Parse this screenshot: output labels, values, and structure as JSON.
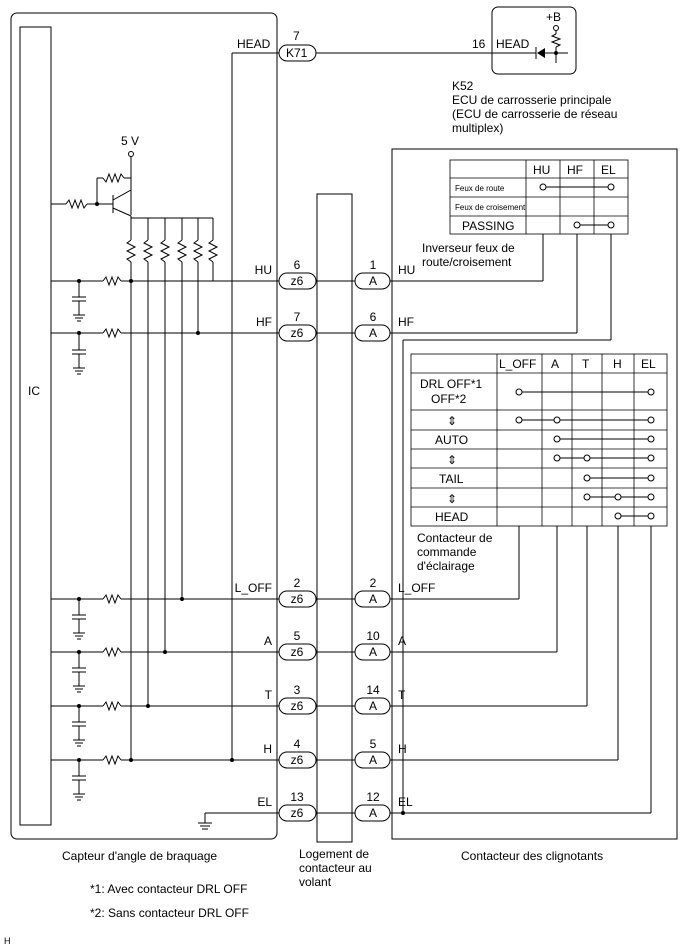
{
  "ecu": {
    "connector": "K71",
    "pin": "7",
    "pin_label": "HEAD",
    "remote_pin": "16",
    "remote_label": "HEAD",
    "power": "+B",
    "code": "K52",
    "name_line1": "ECU de carrosserie principale",
    "name_line2": "(ECU de carrosserie de réseau",
    "name_line3": "multiplex)"
  },
  "sensor": {
    "ic_label": "IC",
    "voltage": "5 V",
    "caption": "Capteur d'angle de braquage"
  },
  "housing": {
    "caption_line1": "Logement de",
    "caption_line2": "contacteur au",
    "caption_line3": "volant"
  },
  "combo": {
    "caption": "Contacteur des clignotants"
  },
  "signals": [
    {
      "left_label": "HU",
      "z6_pin": "6",
      "z6": "z6",
      "a_pin": "1",
      "a": "A",
      "right_label": "HU"
    },
    {
      "left_label": "HF",
      "z6_pin": "7",
      "z6": "z6",
      "a_pin": "6",
      "a": "A",
      "right_label": "HF"
    },
    {
      "left_label": "L_OFF",
      "z6_pin": "2",
      "z6": "z6",
      "a_pin": "2",
      "a": "A",
      "right_label": "L_OFF"
    },
    {
      "left_label": "A",
      "z6_pin": "5",
      "z6": "z6",
      "a_pin": "10",
      "a": "A",
      "right_label": "A"
    },
    {
      "left_label": "T",
      "z6_pin": "3",
      "z6": "z6",
      "a_pin": "14",
      "a": "A",
      "right_label": "T"
    },
    {
      "left_label": "H",
      "z6_pin": "4",
      "z6": "z6",
      "a_pin": "5",
      "a": "A",
      "right_label": "H"
    },
    {
      "left_label": "EL",
      "z6_pin": "13",
      "z6": "z6",
      "a_pin": "12",
      "a": "A",
      "right_label": "EL"
    }
  ],
  "dimmer_table": {
    "headers": [
      "HU",
      "HF",
      "EL"
    ],
    "rows": [
      "Feux de route",
      "Feux de croisement",
      "PASSING"
    ],
    "caption_line1": "Inverseur feux de",
    "caption_line2": "route/croisement"
  },
  "light_table": {
    "headers": [
      "L_OFF",
      "A",
      "T",
      "H",
      "EL"
    ],
    "rows": [
      "DRL OFF*1",
      "OFF*2",
      "⇕",
      "AUTO",
      "⇕",
      "TAIL",
      "⇕",
      "HEAD"
    ],
    "caption_line1": "Contacteur de",
    "caption_line2": "commande",
    "caption_line3": "d'éclairage"
  },
  "notes": [
    "*1: Avec contacteur DRL OFF",
    "*2: Sans contacteur DRL OFF"
  ],
  "corner_mark": "H"
}
